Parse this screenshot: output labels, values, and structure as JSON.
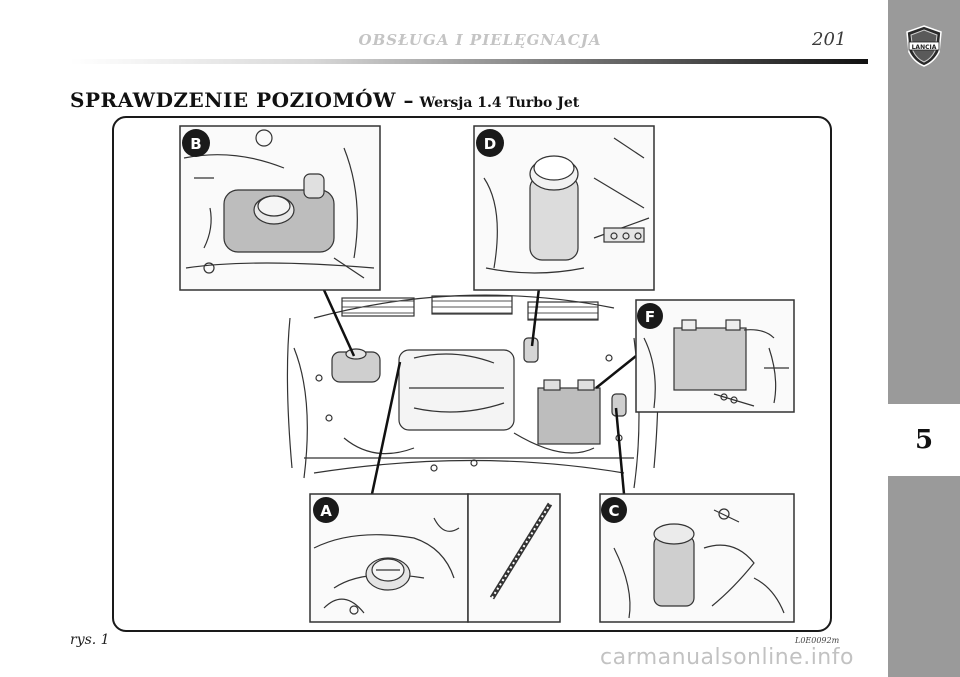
{
  "header": {
    "title": "OBSŁUGA I PIELĘGNACJA",
    "page_number": "201"
  },
  "sidebar": {
    "logo_icon": "lancia-logo-icon",
    "chapter_number": "5",
    "color": "#9a9a9a"
  },
  "section": {
    "title": "SPRAWDZENIE POZIOMÓW –",
    "subtitle": "Wersja 1.4 Turbo Jet"
  },
  "figure": {
    "callouts": [
      "B",
      "D",
      "F",
      "A",
      "C"
    ],
    "caption": "rys. 1",
    "code": "L0E0092m"
  },
  "watermark": "carmanualsonline.info"
}
